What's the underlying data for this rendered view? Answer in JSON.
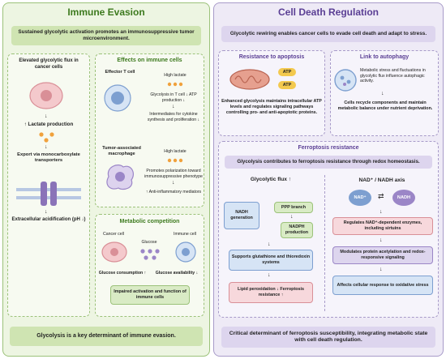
{
  "left": {
    "title": "Immune Evasion",
    "banner": "Sustained glycolytic activation promotes an immunosuppressive tumor microenvironment.",
    "flux": {
      "title": "Elevated glycolytic flux in cancer cells",
      "lactate": "↑ Lactate production",
      "export": "Export via monocarboxylate transporters",
      "acid": "Extracellular acidification (pH ↓)"
    },
    "effects": {
      "title": "Effects on immune cells",
      "tcell_label": "Effector T cell",
      "tcell_lactate": "High lactate",
      "tcell_effect1": "Glycolysis in T cell ↓ ATP production ↓",
      "tcell_effect2": "Intermediates for cytokine synthesis and proliferation ↓",
      "mac_label": "Tumor-associated macrophage",
      "mac_lactate": "High lactate",
      "mac_effect1": "Promotes polarization toward immunosuppressive phenotype",
      "mac_effect2": "↑ Anti-inflammatory mediators"
    },
    "competition": {
      "title": "Metabolic competition",
      "cancer_label": "Cancer cell",
      "glucose_label": "Glucose",
      "immune_label": "Immune cell",
      "consumption": "Glucose consumption ↑",
      "availability": "Glucose availability ↓",
      "result": "Impaired activation and function of immune cells"
    },
    "footer": "Glycolysis is a key determinant of immune evasion."
  },
  "right": {
    "title": "Cell Death Regulation",
    "banner": "Glycolytic rewiring enables cancer cells to evade cell death and adapt to stress.",
    "apoptosis": {
      "title": "Resistance to apoptosis",
      "atp1": "ATP",
      "atp2": "ATP",
      "text": "Enhanced glycolysis maintains intracellular ATP levels and regulates signaling pathways controlling pro- and anti-apoptotic proteins."
    },
    "autophagy": {
      "title": "Link to autophagy",
      "text1": "Metabolic stress and fluctuations in glycolytic flux influence autophagic activity.",
      "text2": "Cells recycle components and maintain metabolic balance under nutrient deprivation."
    },
    "ferroptosis": {
      "title": "Ferroptosis resistance",
      "banner": "Glycolysis contributes to ferroptosis resistance through redox homeostasis.",
      "flux_title": "Glycolytic flux ↑",
      "nadh": "NADH generation",
      "ppp": "PPP branch",
      "nadph": "NADPH production",
      "supports": "Supports glutathione and thioredoxin systems",
      "lipid": "Lipid peroxidation ↓ Ferroptosis resistance ↑",
      "axis_title": "NAD⁺ / NADH axis",
      "nad": "NAD⁺",
      "nadh_circle": "NADH",
      "regulates": "Regulates NAD⁺-dependent enzymes, including sirtuins",
      "modulates": "Modulates protein acetylation and redox-responsive signaling",
      "affects": "Affects cellular response to oxidative stress"
    },
    "footer": "Critical determinant of ferroptosis susceptibility, integrating metabolic state with cell death regulation."
  },
  "colors": {
    "green_panel": "#edf5e2",
    "purple_panel": "#eeeaf6",
    "pink_card": "#f7d8dc",
    "blue_card": "#d6e4f5",
    "green_card": "#d9ebc5"
  }
}
